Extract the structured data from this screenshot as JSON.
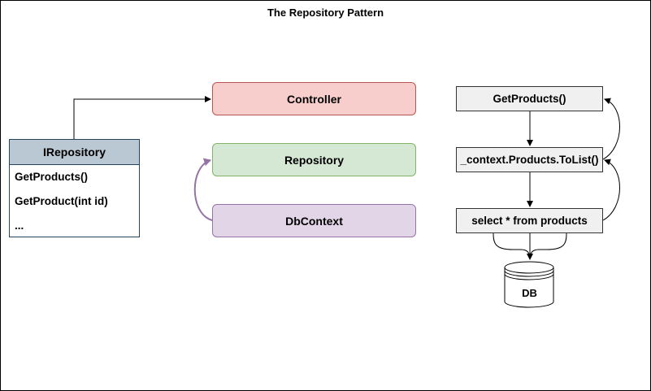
{
  "diagram": {
    "title": "The Repository Pattern",
    "layers": {
      "controller": "Controller",
      "repository": "Repository",
      "dbcontext": "DbContext"
    },
    "interface": {
      "name": "IRepository",
      "members": [
        "GetProducts()",
        "GetProduct(int id)",
        "..."
      ]
    },
    "flow": {
      "steps": [
        "GetProducts()",
        "_context.Products.ToList()",
        "select * from products"
      ],
      "database": "DB"
    },
    "colors": {
      "controller_fill": "#f8cecc",
      "controller_stroke": "#b85450",
      "repository_fill": "#d5e8d4",
      "repository_stroke": "#82b366",
      "dbcontext_fill": "#e1d5e7",
      "dbcontext_stroke": "#9673a6",
      "interface_header": "#bac8d3",
      "flow_fill": "#f0f0f0"
    }
  }
}
